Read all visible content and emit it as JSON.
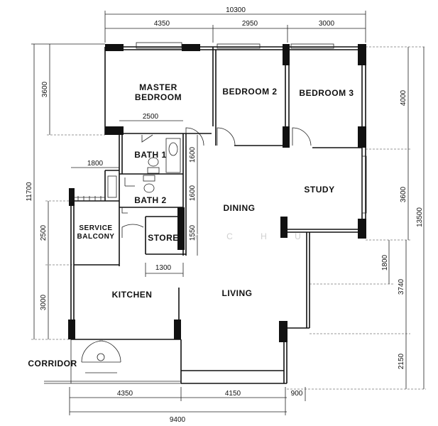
{
  "rooms": {
    "master_bedroom_1": "MASTER",
    "master_bedroom_2": "BEDROOM",
    "bedroom_2": "BEDROOM  2",
    "bedroom_3": "BEDROOM  3",
    "bath_1": "BATH  1",
    "bath_2": "BATH  2",
    "study": "STUDY",
    "dining": "DINING",
    "service_balcony_1": "SERVICE",
    "service_balcony_2": "BALCONY",
    "store": "STORE",
    "kitchen": "KITCHEN",
    "living": "LIVING",
    "corridor": "CORRIDOR"
  },
  "dimensions": {
    "top_total": "10300",
    "top_1": "4350",
    "top_2": "2950",
    "top_3": "3000",
    "bottom_1": "4350",
    "bottom_2": "4150",
    "bottom_3": "900",
    "bottom_total": "9400",
    "master_width": "2500",
    "bath_width": "1800",
    "store_width": "1300",
    "left_total": "11700",
    "left_1": "3600",
    "left_2": "2500",
    "left_3": "3000",
    "mid_1": "1600",
    "mid_2": "1600",
    "mid_3": "1550",
    "right_1": "4000",
    "right_2": "3600",
    "right_3": "1800",
    "right_4": "3740",
    "right_5": "2150",
    "right_total": "13500"
  },
  "watermark": "Y  C  H  U"
}
